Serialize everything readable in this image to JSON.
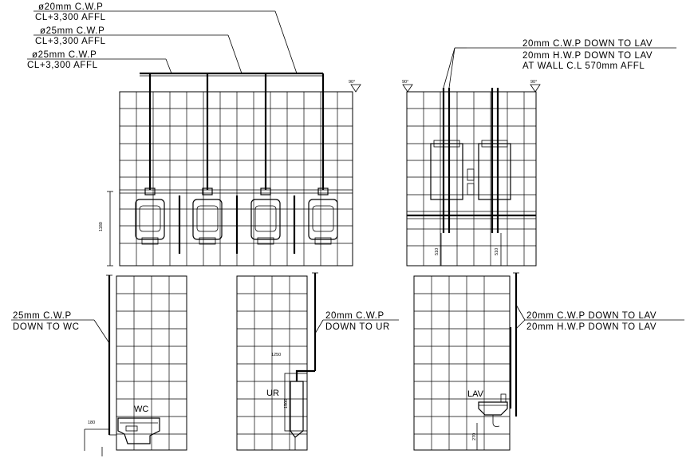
{
  "notes": {
    "top_left": {
      "l1": "ø20mm  C.W.P",
      "l2": "CL+3,300  AFFL",
      "l3": "ø25mm  C.W.P",
      "l4": "CL+3,300  AFFL",
      "l5": "ø25mm  C.W.P",
      "l6": "CL+3,300  AFFL"
    },
    "top_right": {
      "l1": "20mm  C.W.P  DOWN  TO  LAV",
      "l2": "20mm  H.W.P  DOWN  TO  LAV",
      "l3": "AT  WALL  C.L  570mm  AFFL"
    },
    "wc": {
      "l1": "25mm  C.W.P",
      "l2": "DOWN  TO  WC"
    },
    "ur": {
      "l1": "20mm  C.W.P",
      "l2": "DOWN  TO  UR"
    },
    "lav": {
      "l1": "20mm  C.W.P  DOWN  TO  LAV",
      "l2": "20mm  H.W.P  DOWN  TO  LAV"
    }
  },
  "fixture_labels": {
    "wc": "WC",
    "ur": "UR",
    "lav": "LAV"
  },
  "angle_marks": {
    "a1": "90°",
    "a2": "90°",
    "a3": "90°"
  },
  "dimensions": {
    "urinal_height": "1180",
    "lav_left": "510",
    "lav_right": "510",
    "wc_side": "180",
    "ur_side": "1250",
    "ur_low": "1500",
    "lav_low": "270"
  }
}
